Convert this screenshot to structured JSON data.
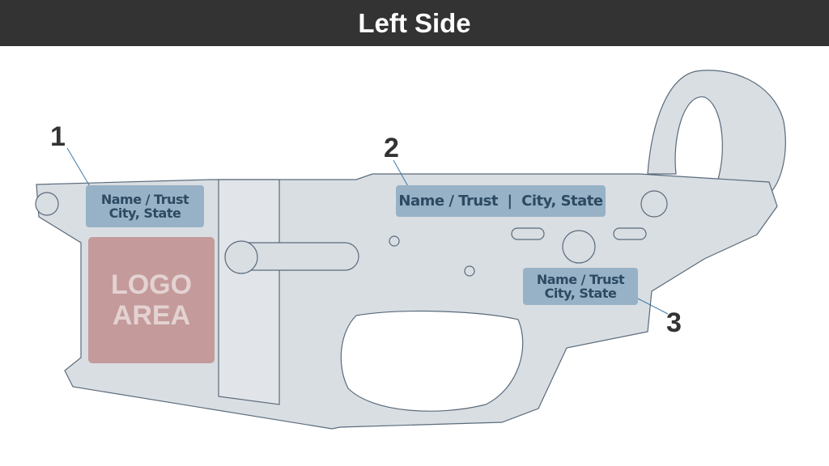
{
  "header": {
    "title": "Left Side"
  },
  "labels": [
    {
      "number": "1",
      "line1": "Name / Trust",
      "line2": "City, State"
    },
    {
      "number": "2",
      "line1": "Name / Trust  |  City, State"
    },
    {
      "number": "3",
      "line1": "Name / Trust",
      "line2": "City, State"
    }
  ],
  "logo": {
    "line1": "LOGO",
    "line2": "AREA"
  },
  "colors": {
    "header_bg": "#333333",
    "label_bg": "#97b2c6",
    "label_text": "#2d4a63",
    "logo_bg": "#c49a9a",
    "body": "#d9dee3"
  }
}
